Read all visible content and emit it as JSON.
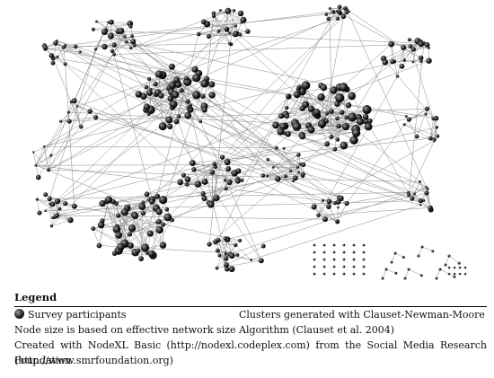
{
  "legend": {
    "title": "Legend",
    "survey_participants": "Survey participants",
    "node_size": "Node size is based on effective network size",
    "clusters_line1": "Clusters generated with Clauset-Newman-Moore",
    "clusters_line2": "Algorithm (Clauset et al. 2004)",
    "created_line1": "Created with NodeXL Basic (http://nodexl.codeplex.com) from the Social Media Research Foundation",
    "created_line2": "(http://www.smrfoundation.org)"
  },
  "colors": {
    "node": "#1a1a1a",
    "edge": "#8a8a8a"
  }
}
